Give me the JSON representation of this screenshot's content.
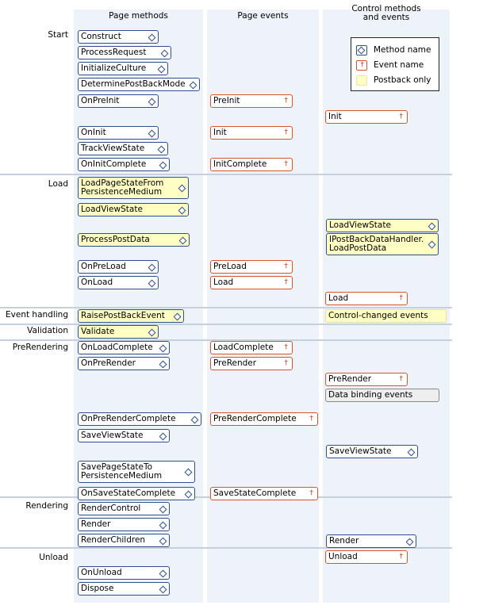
{
  "columns": [
    "Page methods",
    "Page events",
    "Control methods\nand events"
  ],
  "phases": [
    "Start",
    "Load",
    "Event handling",
    "Validation",
    "PreRendering",
    "Rendering",
    "Unload"
  ],
  "legend": {
    "method": "Method name",
    "event": "Event name",
    "postback": "Postback only"
  },
  "items": [
    {
      "c": 0,
      "k": "m",
      "t": "Construct",
      "p": false
    },
    {
      "c": 0,
      "k": "m",
      "t": "ProcessRequest",
      "p": false
    },
    {
      "c": 0,
      "k": "m",
      "t": "InitializeCulture",
      "p": false
    },
    {
      "c": 0,
      "k": "m",
      "t": "DeterminePostBackMode",
      "p": false
    },
    {
      "c": 0,
      "k": "m",
      "t": "OnPreInit",
      "p": false
    },
    {
      "c": 1,
      "k": "e",
      "t": "PreInit",
      "p": false
    },
    {
      "c": 2,
      "k": "e",
      "t": "Init",
      "p": false
    },
    {
      "c": 0,
      "k": "m",
      "t": "OnInit",
      "p": false
    },
    {
      "c": 1,
      "k": "e",
      "t": "Init",
      "p": false
    },
    {
      "c": 0,
      "k": "m",
      "t": "TrackViewState",
      "p": false
    },
    {
      "c": 0,
      "k": "m",
      "t": "OnInitComplete",
      "p": false
    },
    {
      "c": 1,
      "k": "e",
      "t": "InitComplete",
      "p": false
    },
    {
      "c": 0,
      "k": "m",
      "t": "LoadPageStateFrom\nPersistenceMedium",
      "p": true
    },
    {
      "c": 0,
      "k": "m",
      "t": "LoadViewState",
      "p": true
    },
    {
      "c": 2,
      "k": "m",
      "t": "LoadViewState",
      "p": true
    },
    {
      "c": 0,
      "k": "m",
      "t": "ProcessPostData",
      "p": true
    },
    {
      "c": 2,
      "k": "m",
      "t": "IPostBackDataHandler.\nLoadPostData",
      "p": true
    },
    {
      "c": 0,
      "k": "m",
      "t": "OnPreLoad",
      "p": false
    },
    {
      "c": 1,
      "k": "e",
      "t": "PreLoad",
      "p": false
    },
    {
      "c": 0,
      "k": "m",
      "t": "OnLoad",
      "p": false
    },
    {
      "c": 1,
      "k": "e",
      "t": "Load",
      "p": false
    },
    {
      "c": 2,
      "k": "e",
      "t": "Load",
      "p": false
    },
    {
      "c": 0,
      "k": "m",
      "t": "RaisePostBackEvent",
      "p": true
    },
    {
      "c": 2,
      "k": "y",
      "t": "Control-changed events",
      "p": true
    },
    {
      "c": 0,
      "k": "m",
      "t": "Validate",
      "p": true
    },
    {
      "c": 0,
      "k": "m",
      "t": "OnLoadComplete",
      "p": false
    },
    {
      "c": 1,
      "k": "e",
      "t": "LoadComplete",
      "p": false
    },
    {
      "c": 0,
      "k": "m",
      "t": "OnPreRender",
      "p": false
    },
    {
      "c": 1,
      "k": "e",
      "t": "PreRender",
      "p": false
    },
    {
      "c": 2,
      "k": "e",
      "t": "PreRender",
      "p": false
    },
    {
      "c": 2,
      "k": "g",
      "t": "Data binding events",
      "p": false
    },
    {
      "c": 0,
      "k": "m",
      "t": "OnPreRenderComplete",
      "p": false
    },
    {
      "c": 1,
      "k": "e",
      "t": "PreRenderComplete",
      "p": false
    },
    {
      "c": 0,
      "k": "m",
      "t": "SaveViewState",
      "p": false
    },
    {
      "c": 2,
      "k": "m",
      "t": "SaveViewState",
      "p": false
    },
    {
      "c": 0,
      "k": "m",
      "t": "SavePageStateTo\nPersistenceMedium",
      "p": false
    },
    {
      "c": 0,
      "k": "m",
      "t": "OnSaveStateComplete",
      "p": false
    },
    {
      "c": 1,
      "k": "e",
      "t": "SaveStateComplete",
      "p": false
    },
    {
      "c": 0,
      "k": "m",
      "t": "RenderControl",
      "p": false
    },
    {
      "c": 0,
      "k": "m",
      "t": "Render",
      "p": false
    },
    {
      "c": 0,
      "k": "m",
      "t": "RenderChildren",
      "p": false
    },
    {
      "c": 2,
      "k": "m",
      "t": "Render",
      "p": false
    },
    {
      "c": 2,
      "k": "e",
      "t": "Unload",
      "p": false
    },
    {
      "c": 0,
      "k": "m",
      "t": "OnUnload",
      "p": false
    },
    {
      "c": 0,
      "k": "m",
      "t": "Dispose",
      "p": false
    }
  ]
}
